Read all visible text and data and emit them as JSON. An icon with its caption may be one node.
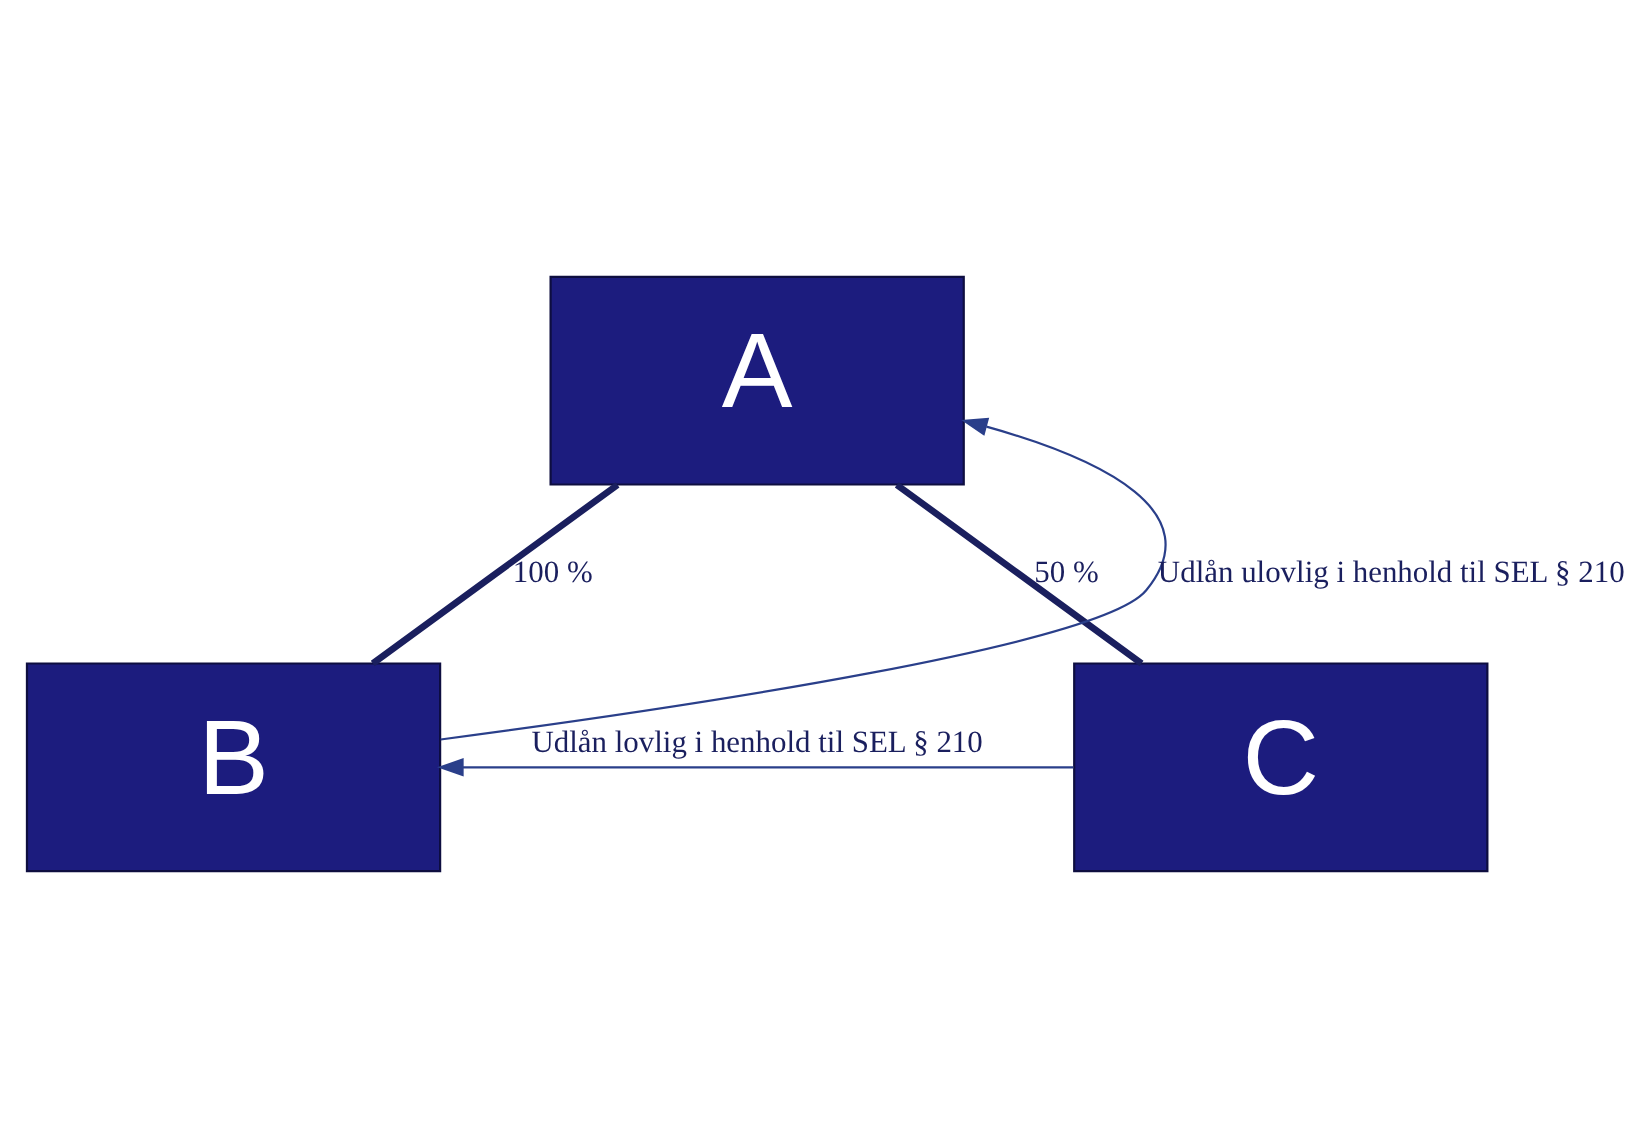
{
  "diagram": {
    "nodes": [
      {
        "text": [
          "A"
        ]
      },
      {
        "text": [
          "B"
        ]
      },
      {
        "text": [
          "C"
        ]
      }
    ],
    "edges": [
      {
        "from": 0,
        "to": 1,
        "arrow": "none",
        "label": "100 %",
        "style": "thick"
      },
      {
        "from": 0,
        "to": 2,
        "arrow": "none",
        "label": "50 %",
        "style": "thick"
      },
      {
        "from": 1,
        "to": 0,
        "arrow": "to",
        "label": "Udlån ulovlig i henhold til SEL § 210"
      },
      {
        "from": 2,
        "to": 1,
        "arrow": "to",
        "label": "Udlån lovlig i henhold til SEL § 210"
      }
    ]
  }
}
